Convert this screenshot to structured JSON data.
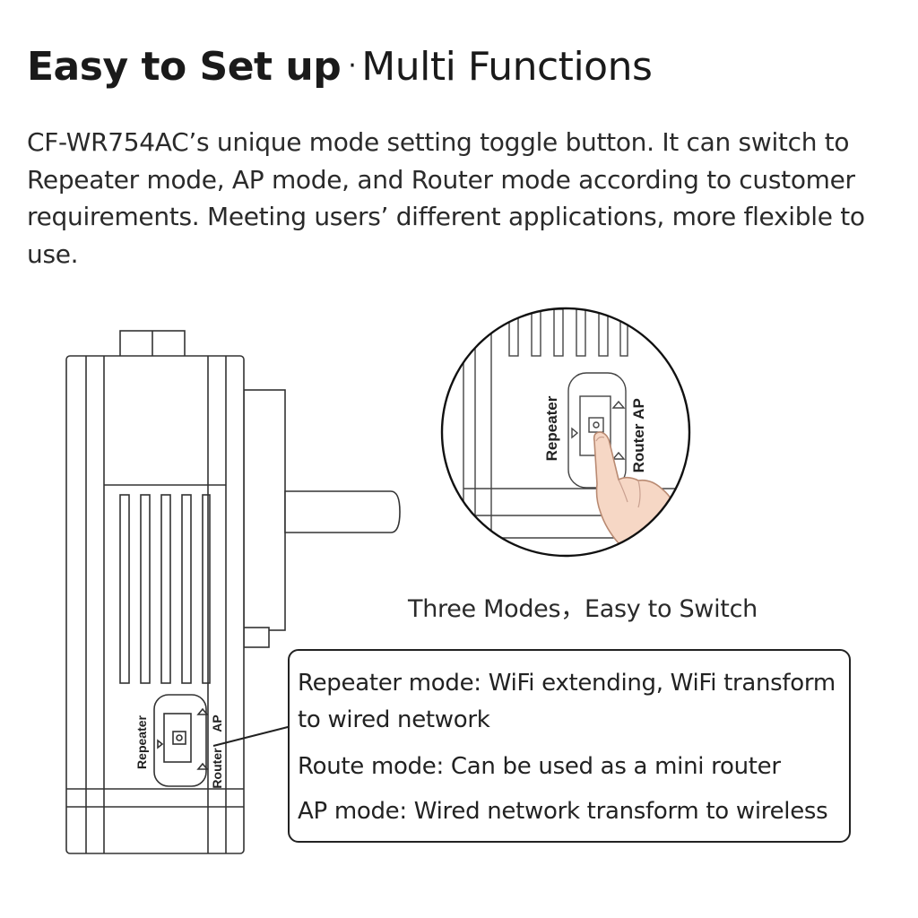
{
  "header": {
    "title_bold": "Easy to Set up",
    "separator": "·",
    "title_light": "Multi Functions"
  },
  "intro": "CF-WR754AC’s unique mode setting toggle button. It can switch to Repeater mode, AP mode, and Router mode according to customer requirements. Meeting users’ different applications, more flexible to use.",
  "switch_labels": {
    "repeater": "Repeater",
    "router": "Router",
    "ap": "AP"
  },
  "caption": "Three Modes，Easy to Switch",
  "modes": [
    "Repeater mode: WiFi extending, WiFi transform",
    "to wired network",
    "Route mode: Can be used as a mini router",
    "AP mode: Wired network transform to wireless"
  ]
}
